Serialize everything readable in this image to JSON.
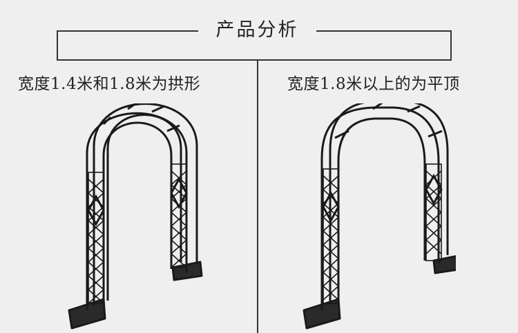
{
  "header": {
    "title": "产品分析"
  },
  "left_panel": {
    "caption": "宽度1.4米和1.8米为拱形"
  },
  "right_panel": {
    "caption": "宽度1.8米以上的为平顶"
  }
}
